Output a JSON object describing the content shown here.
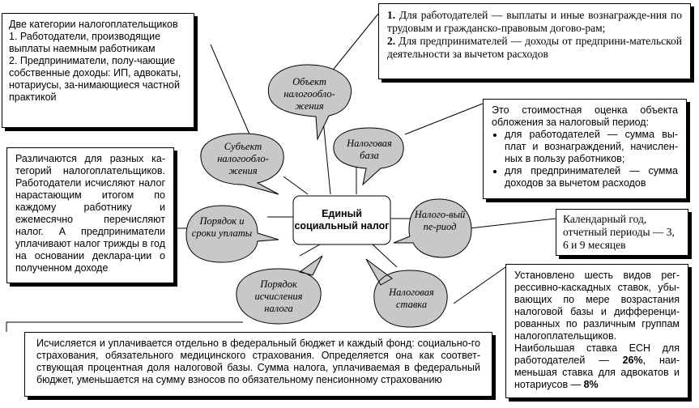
{
  "center": {
    "title": "Единый социальный налог"
  },
  "bubbles": {
    "object": "Объект налогообло-жения",
    "subject": "Субъект налогообло-жения",
    "base": "Налоговая база",
    "period": "Налого-вый пе-риод",
    "order_terms": "Порядок и сроки уплаты",
    "calc_order": "Порядок исчисления налога",
    "rate": "Налоговая ставка"
  },
  "boxes": {
    "categories": [
      "Две категории налогоплательщиков",
      "1. Работодатели, производящие выплаты наемным работникам",
      "2. Предприниматели, полу-чающие собственные доходы: ИП, адвокаты, нотариусы, за-нимающиеся частной практикой"
    ],
    "object": [
      {
        "num": "1.",
        "text": "Для работодателей — выплаты и иные вознагражде-ния по трудовым и гражданско-правовым догово-рам;"
      },
      {
        "num": "2.",
        "text": "Для предпринимателей — доходы от предприни-мательской деятельности за вычетом расходов"
      }
    ],
    "base": {
      "intro": "Это стоимостная оценка объекта обложения за налоговый период:",
      "items": [
        "для работодателей — сумма вы-плат и вознаграждений, начислен-ных в пользу работников;",
        "для предпринимателей — сумма доходов за вычетом расходов"
      ]
    },
    "payment": "Различаются для разных ка-тегорий налогоплательщиков. Работодатели исчисляют налог нарастающим итогом по каждому работнику и ежемесячно перечисляют налог. А предприниматели уплачивают налог трижды в год на основании деклара-ции о полученном доходе",
    "period": "Календарный год, отчетный периоды — 3, 6 и 9 месяцев",
    "rates": {
      "text1": "Установлено шесть видов рег-рессивно-каскадных ставок, убы-вающих по мере возрастания налоговой базы и дифференци-рованных по различным группам налогоплательщиков.",
      "text2_a": "Наибольшая ставка ЕСН для работодателей —",
      "rate_max": "26%",
      "text2_b": ", наи-меньшая ставка для адвокатов и нотариусов —",
      "rate_min": "8%"
    },
    "calculation": "Исчисляется и уплачивается отдельно в федеральный бюджет и каждый фонд: социально-го страхования, обязательного медицинского страхования. Определяется она как соответ-ствующая процентная доля налоговой базы. Сумма налога, уплачиваемая в федеральный бюджет, уменьшается на сумму взносов по обязательному пенсионному страхованию"
  }
}
